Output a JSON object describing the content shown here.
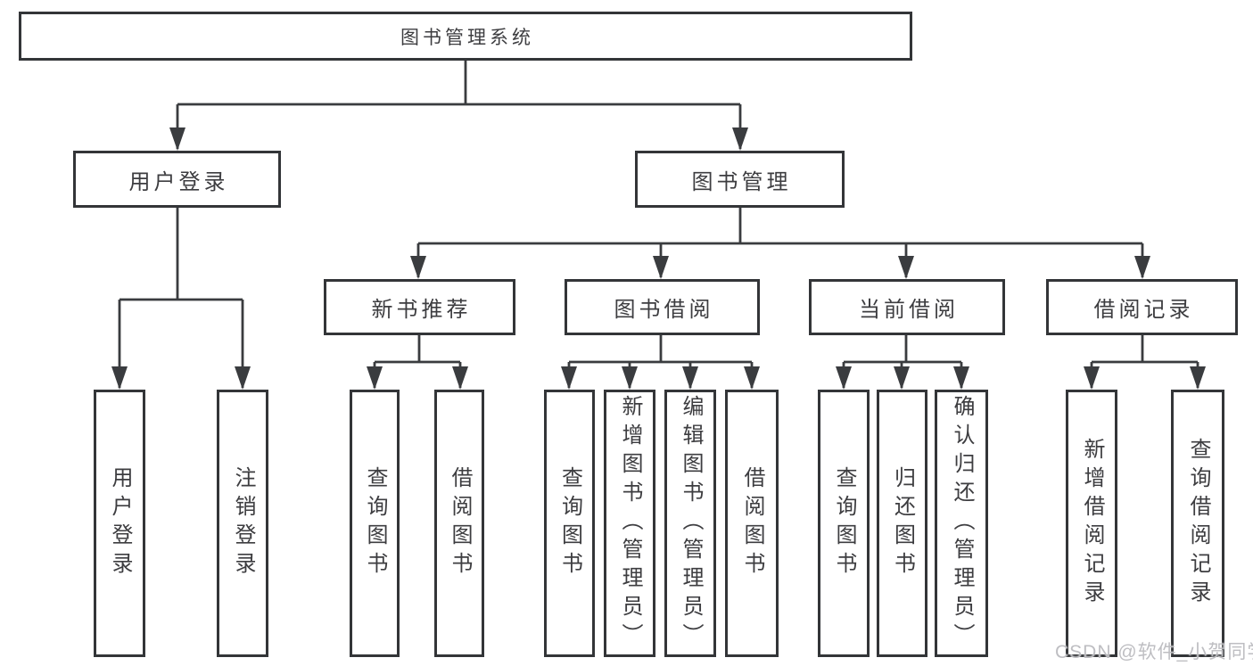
{
  "diagram": {
    "root": {
      "label": "图书管理系统"
    },
    "level2": [
      {
        "label": "用户登录"
      },
      {
        "label": "图书管理"
      }
    ],
    "level3": [
      {
        "label": "新书推荐"
      },
      {
        "label": "图书借阅"
      },
      {
        "label": "当前借阅"
      },
      {
        "label": "借阅记录"
      }
    ],
    "leaves": [
      {
        "label": "用户登录"
      },
      {
        "label": "注销登录"
      },
      {
        "label": "查询图书"
      },
      {
        "label": "借阅图书"
      },
      {
        "label": "查询图书"
      },
      {
        "label": "新增图书（管理员）"
      },
      {
        "label": "编辑图书（管理员）"
      },
      {
        "label": "借阅图书"
      },
      {
        "label": "查询图书"
      },
      {
        "label": "归还图书"
      },
      {
        "label": "确认归还（管理员）"
      },
      {
        "label": "新增借阅记录"
      },
      {
        "label": "查询借阅记录"
      }
    ],
    "watermark": "CSDN @软件_小贺同学",
    "colors": {
      "line": "#3a3c3f",
      "box_border": "#333538",
      "text": "#3d3d40",
      "background": "#ffffff",
      "watermark": "#babbbf"
    }
  }
}
